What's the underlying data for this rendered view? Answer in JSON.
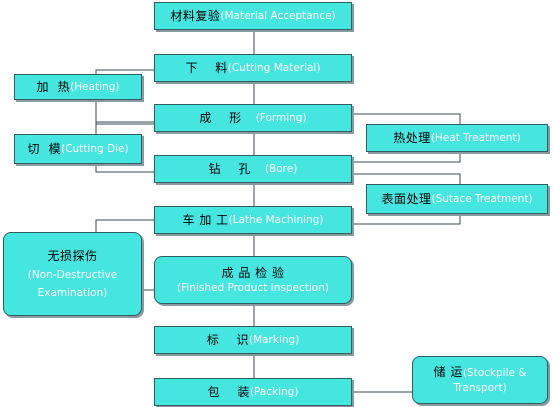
{
  "steps": {
    "material_inspection": {
      "cn": "材料复验",
      "en": "(Material  Acceptance)"
    },
    "cutting": {
      "cn": "下    料",
      "en": "(Cutting  Material)"
    },
    "forming": {
      "cn": "成    形",
      "en": "(Forming)"
    },
    "drilling": {
      "cn": "钻    孔",
      "en": "(Bore)"
    },
    "lathe": {
      "cn": "车 加 工",
      "en": "(Lathe Machining)"
    },
    "final_inspection": {
      "cn": "成 品 检 验",
      "en": "(Finished Product Inspection)"
    },
    "marking": {
      "cn": "标    识",
      "en": "(Marking)"
    },
    "packing": {
      "cn": "包    装",
      "en": "(Packing)"
    }
  },
  "side": {
    "heating": {
      "cn": "加  热",
      "en": "(Heating)"
    },
    "cutting_die": {
      "cn": "切  模",
      "en": "(Cutting Die)"
    },
    "heat_treatment": {
      "cn": "热处理",
      "en": "(Heat Treatment)"
    },
    "surface_treatment": {
      "cn": "表面处理",
      "en": "(Sutace Treatment)"
    },
    "ndt": {
      "cn": "无损探伤",
      "en1": "(Non-Destructive",
      "en2": "Examination)"
    },
    "storage": {
      "cn": "储 运",
      "en1": "(Stockpile &",
      "en2": "Transport)"
    }
  },
  "colors": {
    "box_fill": "#45e6df",
    "line": "#2f5f63",
    "english_text": "#ffffff"
  }
}
